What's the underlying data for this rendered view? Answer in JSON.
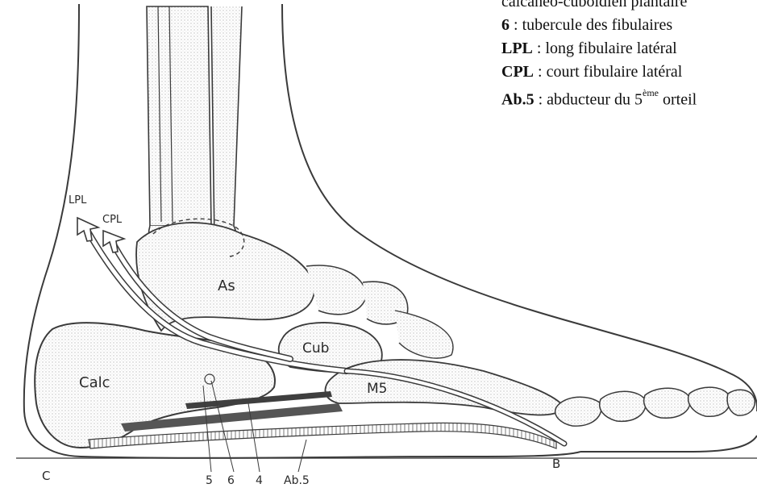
{
  "legend": {
    "items": [
      {
        "key": "",
        "text": "calcanéo-cuboïdien plantaire"
      },
      {
        "key": "6",
        "text": "tubercule des fibulaires"
      },
      {
        "key": "LPL",
        "text": "long fibulaire latéral"
      },
      {
        "key": "CPL",
        "text": "court fibulaire latéral"
      },
      {
        "key": "Ab.5",
        "text": "abducteur du 5",
        "sup": "ème",
        "tail": " orteil"
      }
    ],
    "separator": " : "
  },
  "labels": {
    "lpl": "LPL",
    "cpl": "CPL",
    "as": "As",
    "cub": "Cub",
    "calc": "Calc",
    "m5": "M5",
    "c": "C",
    "b": "B",
    "n5": "5",
    "n6": "6",
    "n4": "4",
    "ab5": "Ab.5"
  },
  "colors": {
    "line": "#3a3a3a",
    "bone_shade": "#d9d9d9",
    "ligament": "#555555"
  }
}
